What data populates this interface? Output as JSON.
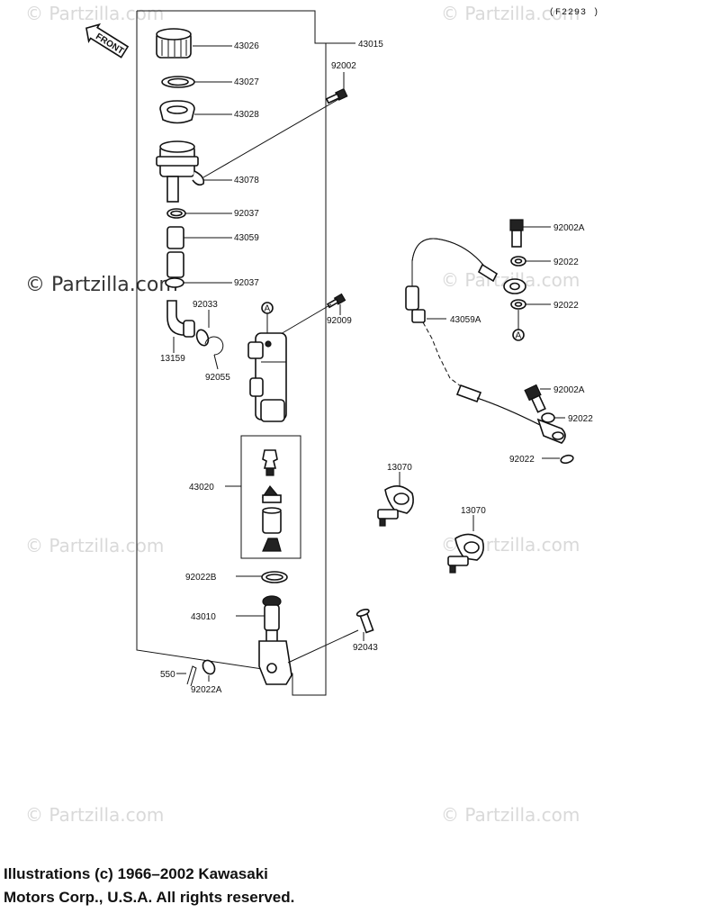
{
  "diagram_code": "(F2293 )",
  "front_label": "FRONT",
  "watermark": "© Partzilla.com",
  "labels": {
    "p43026": "43026",
    "p43015": "43015",
    "p43027": "43027",
    "p92002": "92002",
    "p43028": "43028",
    "p43078": "43078",
    "p92037a": "92037",
    "p43059": "43059",
    "p92037b": "92037",
    "p92033": "92033",
    "p13159": "13159",
    "p92055": "92055",
    "p92009": "92009",
    "p43020": "43020",
    "p92022B": "92022B",
    "p43010": "43010",
    "p92043": "92043",
    "p550": "550",
    "p92022A": "92022A",
    "p92002A_top": "92002A",
    "p92022_1": "92022",
    "p92022_2": "92022",
    "p43059A": "43059A",
    "p92002A_bottom": "92002A",
    "p92022_3": "92022",
    "p92022_4": "92022",
    "p13070a": "13070",
    "p13070b": "13070",
    "refA1": "A",
    "refA2": "A"
  },
  "footer": {
    "line1": "Illustrations (c) 1966–2002 Kawasaki",
    "line2": "Motors Corp., U.S.A.  All rights reserved."
  }
}
